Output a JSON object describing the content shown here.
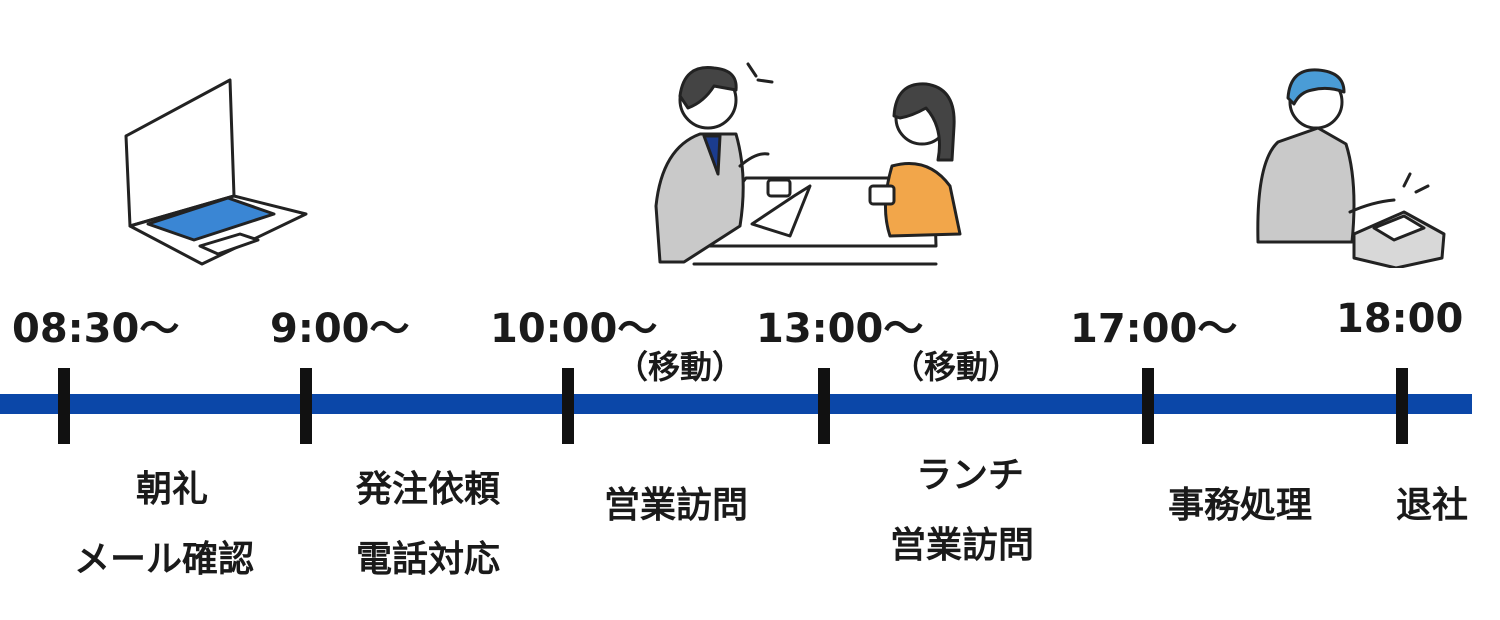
{
  "times": [
    "08:30〜",
    "9:00〜",
    "10:00〜",
    "13:00〜",
    "17:00〜",
    "18:00"
  ],
  "moves": [
    "（移動）",
    "（移動）"
  ],
  "tasks": {
    "t0": [
      "朝礼",
      "メール確認"
    ],
    "t1": [
      "発注依頼",
      "電話対応"
    ],
    "t2": [
      "営業訪問"
    ],
    "t3": [
      "ランチ",
      "営業訪問"
    ],
    "t4": [
      "事務処理"
    ],
    "t5": [
      "退社"
    ]
  },
  "colors": {
    "timeline": "#0b47a8",
    "screen": "#3a86d4",
    "orange": "#f2a64a",
    "hair_blue": "#4a9cd6",
    "suit_gray": "#c9c9c9"
  },
  "icons": [
    "laptop-icon",
    "business-meeting-icon",
    "time-card-clock-icon"
  ]
}
